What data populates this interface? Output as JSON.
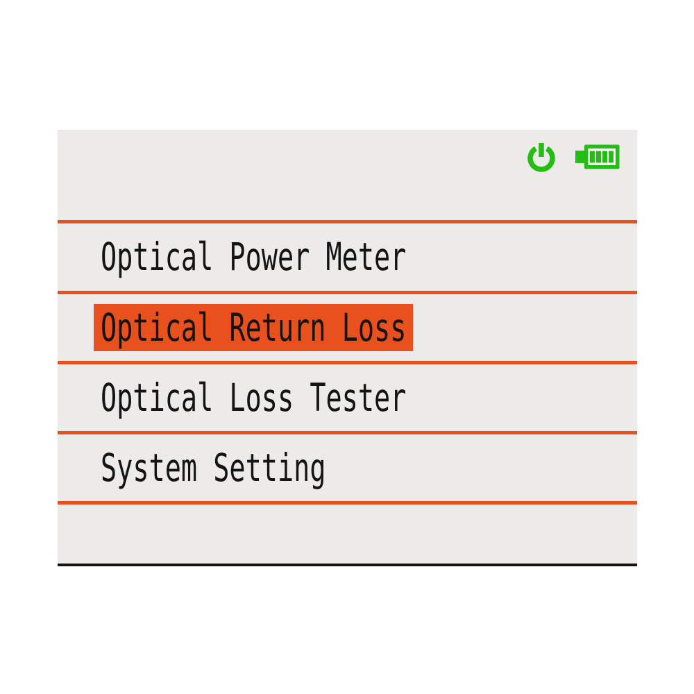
{
  "status": {
    "power_icon": "power-icon",
    "battery_icon": "battery-icon",
    "battery_bars": 4,
    "battery_level": "full"
  },
  "colors": {
    "accent_orange": "#E8511E",
    "icon_green": "#24BD13",
    "panel_background": "#ECEBE9",
    "text": "#141414",
    "baseline_black": "#141414"
  },
  "menu": {
    "selected_index": 1,
    "items": [
      {
        "label": "Optical Power Meter",
        "selected": false
      },
      {
        "label": "Optical Return Loss",
        "selected": true
      },
      {
        "label": "Optical Loss Tester",
        "selected": false
      },
      {
        "label": "System Setting",
        "selected": false
      }
    ]
  }
}
